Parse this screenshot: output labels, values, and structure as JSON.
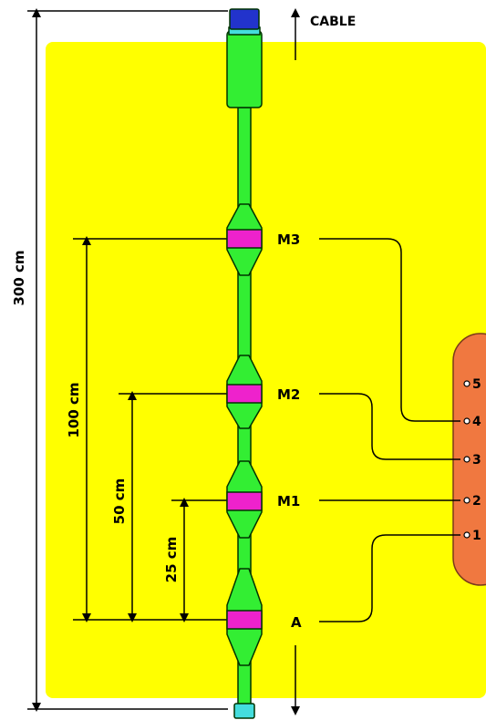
{
  "labels": {
    "cable": "CABLE",
    "total_length": "300 cm",
    "dist_m3": "100 cm",
    "dist_m2": "50 cm",
    "dist_m1": "25 cm",
    "electrode_m3": "M3",
    "electrode_m2": "M2",
    "electrode_m1": "M1",
    "electrode_a": "A"
  },
  "terminals": [
    "5",
    "4",
    "3",
    "2",
    "1"
  ],
  "colors": {
    "panel": "#ffff00",
    "probe_body": "#33ee33",
    "electrode_band": "#ee22cc",
    "connector_cap": "#2233cc",
    "connector_ring": "#44dddd",
    "terminal_block": "#f07840",
    "line": "#000000"
  }
}
